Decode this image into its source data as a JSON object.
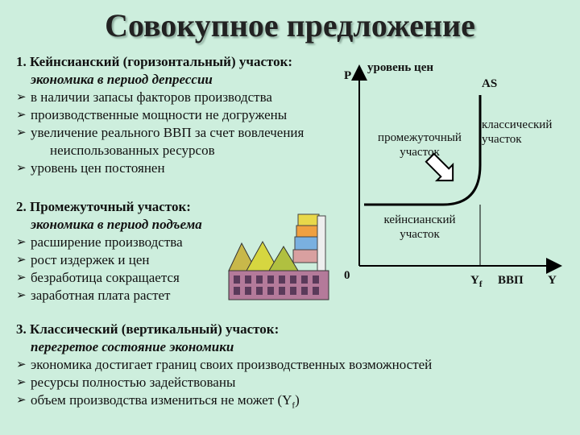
{
  "title": "Совокупное предложение",
  "section1": {
    "heading": "1. Кейнсианский (горизонтальный) участок:",
    "subtitle": "экономика в период депрессии",
    "bullets": [
      "в наличии запасы факторов производства",
      "производственные мощности не догружены",
      "увеличение реального ВВП за счет вовлечения",
      "неиспользованных ресурсов",
      "уровень цен постоянен"
    ]
  },
  "section2": {
    "heading": "2. Промежуточный участок:",
    "subtitle": "экономика в период подъема",
    "bullets": [
      "расширение производства",
      "рост издержек и цен",
      "безработица сокращается",
      "заработная плата растет"
    ]
  },
  "section3": {
    "heading": "3. Классический (вертикальный) участок:",
    "subtitle": "перегретое состояние экономики",
    "bullets": [
      "экономика достигает границ своих производственных возможностей",
      "ресурсы полностью задействованы",
      "объем производства измениться не может (Y"
    ],
    "bullet3_sub": "f",
    "bullet3_end": ")"
  },
  "graph": {
    "p_label": "P",
    "price_level": "уровень цен",
    "as_label": "AS",
    "classical": [
      "классический",
      "участок"
    ],
    "intermediate": [
      "промежуточный",
      "участок"
    ],
    "keynesian": [
      "кейнсианский",
      "участок"
    ],
    "origin": "0",
    "yf": "Y",
    "yf_sub": "f",
    "gdp": "ВВП",
    "y": "Y"
  },
  "colors": {
    "background": "#cdeedd",
    "curve": "#000000",
    "arrow_fill": "#ffffff"
  },
  "icons": [
    "factory-illustration-icon",
    "down-right-arrow-icon"
  ]
}
